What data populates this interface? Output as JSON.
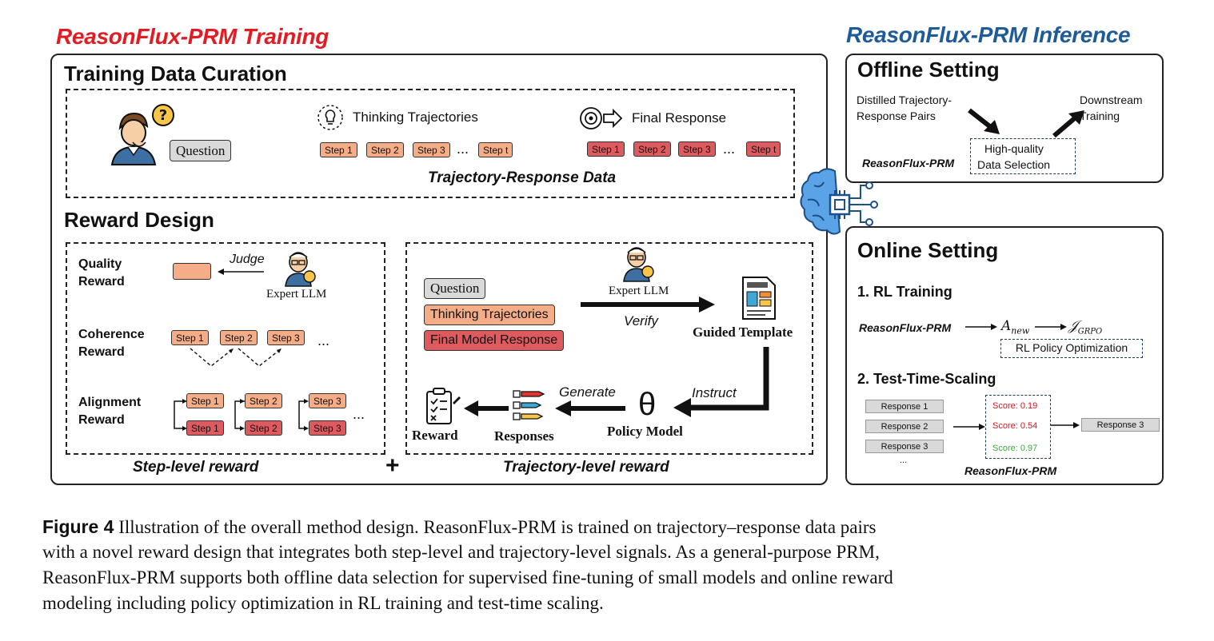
{
  "headers": {
    "training": "ReasonFlux-PRM Training",
    "inference": "ReasonFlux-PRM Inference"
  },
  "curation": {
    "title": "Training Data Curation",
    "question": "Question",
    "thinking_label": "Thinking Trajectories",
    "final_label": "Final Response",
    "think_steps": [
      "Step 1",
      "Step 2",
      "Step 3",
      "Step t"
    ],
    "final_steps": [
      "Step 1",
      "Step 2",
      "Step 3",
      "Step t"
    ],
    "ellipsis": "...",
    "caption": "Trajectory-Response Data"
  },
  "reward_design": {
    "title": "Reward Design",
    "quality": "Quality Reward",
    "judge": "Judge",
    "expert": "Expert LLM",
    "coherence": "Coherence Reward",
    "alignment": "Alignment Reward",
    "coh_steps": [
      "Step 1",
      "Step 2",
      "Step 3"
    ],
    "align_top": [
      "Step 1",
      "Step 2",
      "Step 3"
    ],
    "align_bottom": [
      "Step 1",
      "Step 2",
      "Step 3"
    ],
    "ellipsis": "...",
    "step_caption": "Step-level reward",
    "plus": "+",
    "traj_caption": "Trajectory-level reward",
    "traj": {
      "question": "Question",
      "thinking": "Thinking Trajectories",
      "final": "Final Model Response",
      "expert": "Expert LLM",
      "verify": "Verify",
      "template": "Guided Template",
      "instruct": "Instruct",
      "theta": "θ",
      "policy": "Policy Model",
      "generate": "Generate",
      "responses": "Responses",
      "reward": "Reward"
    }
  },
  "offline": {
    "title": "Offline Setting",
    "distilled": "Distilled Trajectory-",
    "distilled2": "Response Pairs",
    "downstream": "Downstream",
    "downstream2": "Training",
    "prm": "ReasonFlux-PRM",
    "hq1": "High-quality",
    "hq2": "Data Selection"
  },
  "online": {
    "title": "Online Setting",
    "rl_title": "1. RL Training",
    "prm": "ReasonFlux-PRM",
    "a_new": "A",
    "a_sub": "new",
    "j": "𝒥",
    "j_sub": "GRPO",
    "rl_box": "RL Policy Optimization",
    "tts_title": "2. Test-Time-Scaling",
    "responses": [
      "Response 1",
      "Response 2",
      "Response 3"
    ],
    "resp_more": "...",
    "scores": [
      {
        "text": "Score: 0.19",
        "color": "#d0191f"
      },
      {
        "text": "Score: 0.54",
        "color": "#d0191f"
      },
      {
        "text": "Score: 0.97",
        "color": "#3aab3a"
      }
    ],
    "selected": "Response 3",
    "prm_caption": "ReasonFlux-PRM"
  },
  "caption": {
    "label": "Figure 4",
    "line1": "Illustration of the overall method design. ReasonFlux-PRM is trained on trajectory–response data pairs",
    "line2": "with a novel reward design that integrates both step-level and trajectory-level signals. As a general-purpose PRM,",
    "line3": "ReasonFlux-PRM supports both offline data selection for supervised fine-tuning of small models and online reward",
    "line4": "modeling including policy optimization in RL training and test-time scaling."
  },
  "colors": {
    "red_header": "#e31b23",
    "blue_header": "#1f5b99",
    "orange_step": "#f4ad87",
    "red_step": "#dd5a5f",
    "brain": "#5aa3e6"
  }
}
